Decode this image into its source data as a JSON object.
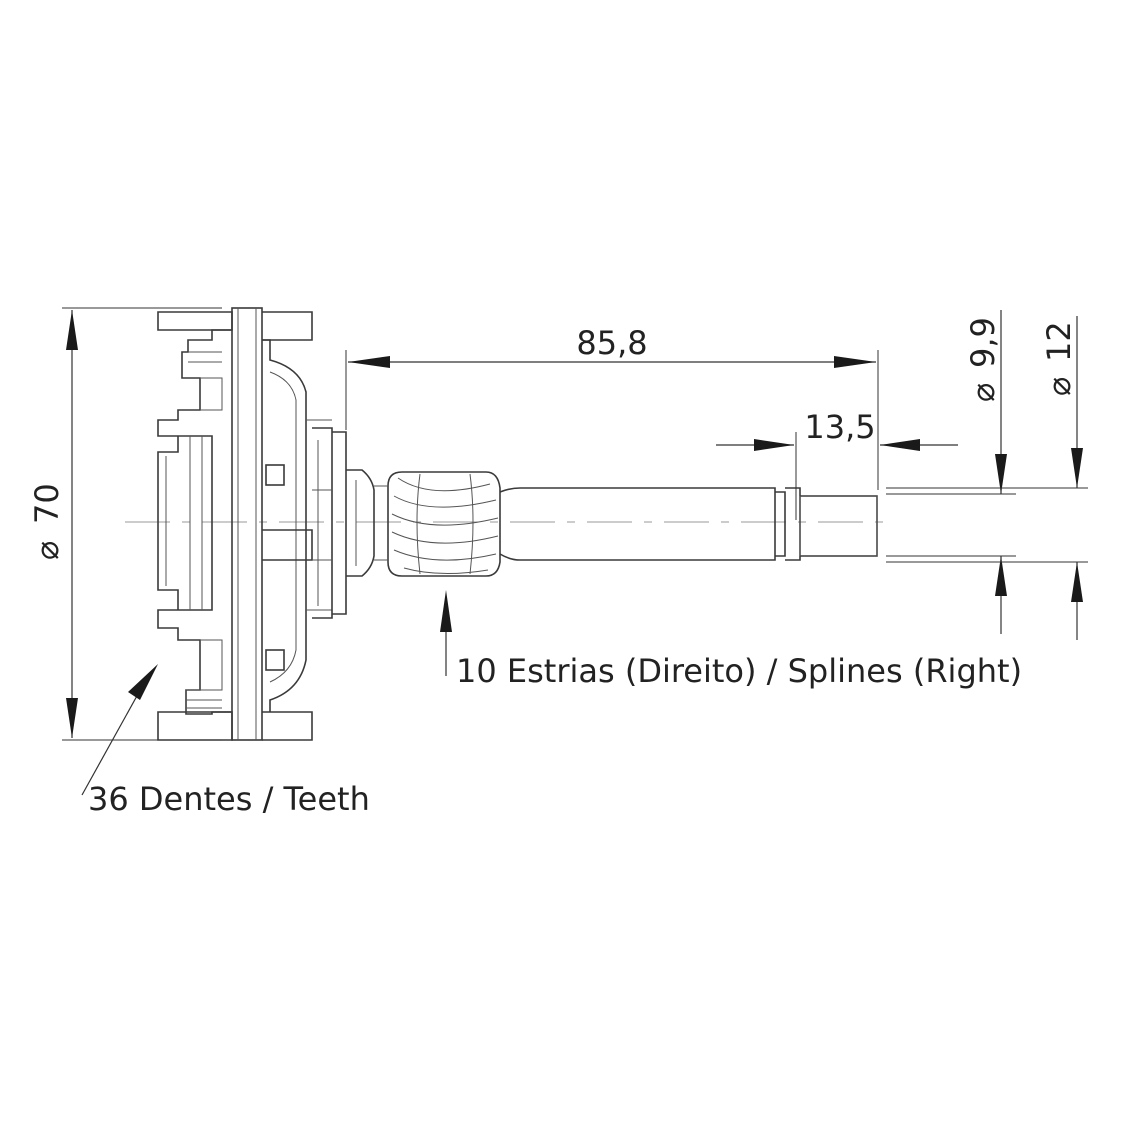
{
  "dimensions": {
    "overall_diameter": {
      "symbol": "⌀",
      "value": "70"
    },
    "shaft_length": "85,8",
    "end_length": "13,5",
    "tip_diameter": {
      "symbol": "⌀",
      "value": "9,9"
    },
    "shaft_diameter": {
      "symbol": "⌀",
      "value": "12"
    }
  },
  "callouts": {
    "splines": "10 Estrias (Direito) / Splines (Right)",
    "teeth": "36 Dentes / Teeth"
  }
}
